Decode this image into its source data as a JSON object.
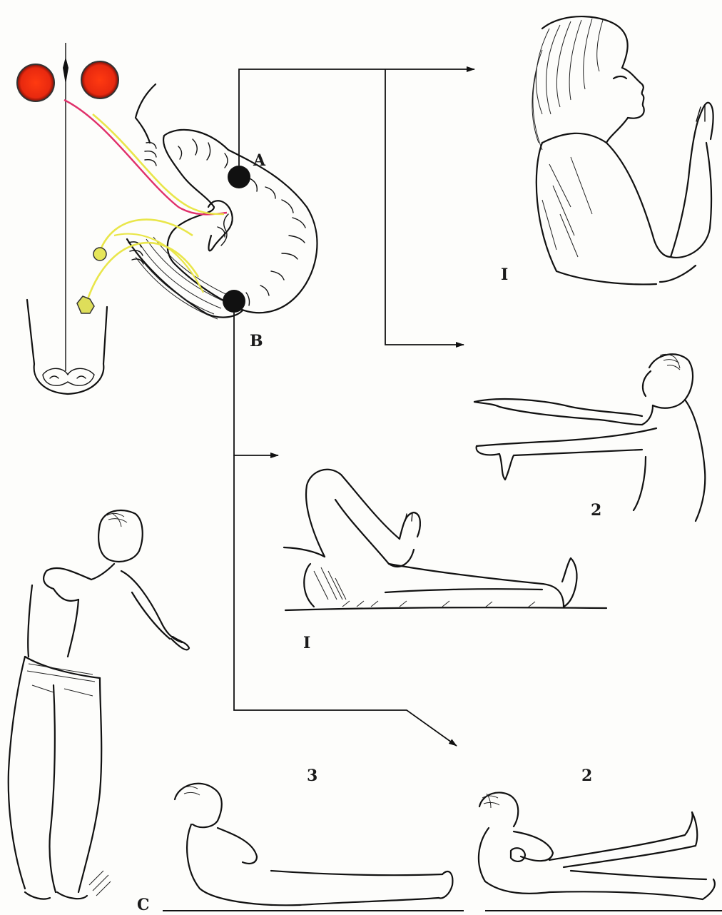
{
  "labels": {
    "A": "A",
    "B": "B",
    "C": "C",
    "i_top": "I",
    "two_mid": "2",
    "i_mid": "I",
    "three_bottom": "3",
    "two_bottom": "2"
  },
  "colors": {
    "nucleus_red": "#e8290f",
    "tract_pink": "#e0306a",
    "tract_yellow": "#e9e64a",
    "ink": "#111111",
    "paper": "#fdfdfb"
  }
}
